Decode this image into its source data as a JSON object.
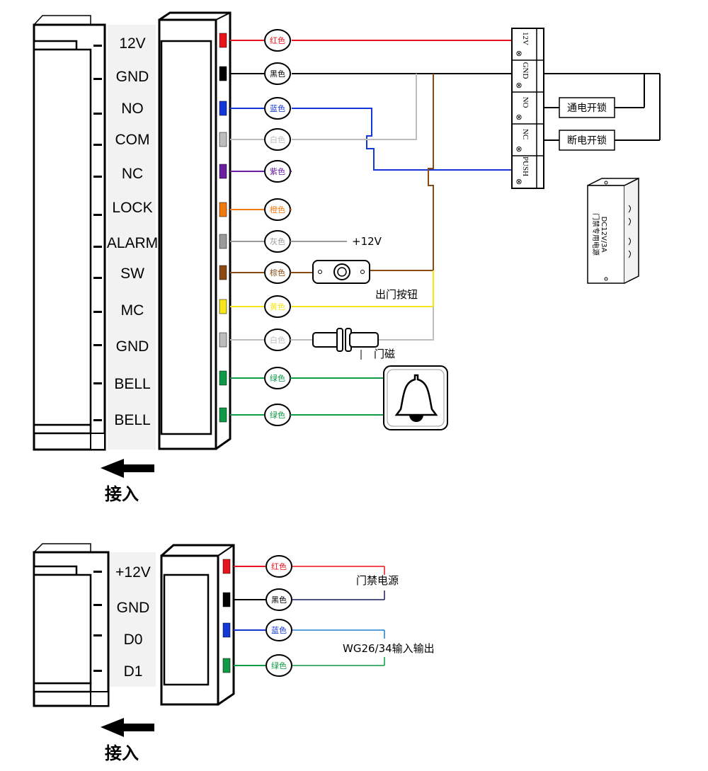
{
  "panel1": {
    "pins": [
      "12V",
      "GND",
      "NO",
      "COM",
      "NC",
      "LOCK",
      "ALARM",
      "SW",
      "MC",
      "GND",
      "BELL",
      "BELL"
    ],
    "wires": [
      {
        "label": "红色",
        "color": "#e8141b"
      },
      {
        "label": "黑色",
        "color": "#000000"
      },
      {
        "label": "蓝色",
        "color": "#1438d8"
      },
      {
        "label": "白色",
        "color": "#bdbdbd"
      },
      {
        "label": "紫色",
        "color": "#6a1fa0"
      },
      {
        "label": "橙色",
        "color": "#f07a10"
      },
      {
        "label": "灰色",
        "color": "#9a9a9a"
      },
      {
        "label": "棕色",
        "color": "#8a4a12"
      },
      {
        "label": "黄色",
        "color": "#f5e61a"
      },
      {
        "label": "白色",
        "color": "#bdbdbd"
      },
      {
        "label": "绿色",
        "color": "#0f9a45"
      },
      {
        "label": "绿色",
        "color": "#0f9a45"
      }
    ],
    "gray_wire_note": "+12V",
    "terminals": [
      "12V",
      "GND",
      "NO",
      "NC",
      "PUSH"
    ],
    "unlock_on_power": "通电开锁",
    "unlock_off_power": "断电开锁",
    "psu_line1": "DC12V/3A",
    "psu_line2": "门禁专用电源",
    "exit_button": "出门按钮",
    "door_contact": "门磁",
    "arrow_label": "接入"
  },
  "panel2": {
    "pins": [
      "+12V",
      "GND",
      "D0",
      "D1"
    ],
    "wires": [
      {
        "label": "红色",
        "color": "#e8141b"
      },
      {
        "label": "黑色",
        "color": "#000000"
      },
      {
        "label": "蓝色",
        "color": "#1438d8"
      },
      {
        "label": "绿色",
        "color": "#0f9a45"
      }
    ],
    "power_label": "门禁电源",
    "wiegand_label": "WG26/34输入输出",
    "arrow_label": "接入"
  }
}
